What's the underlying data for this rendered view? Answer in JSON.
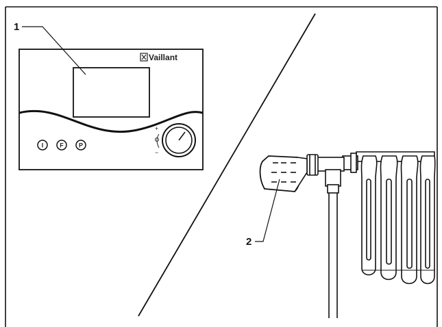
{
  "callouts": {
    "controller": "1",
    "thermostatic_valve": "2"
  },
  "controller": {
    "brand": "Vaillant",
    "buttons": [
      "I",
      "F",
      "P"
    ],
    "knob_marks": {
      "plus": "+",
      "minus": "−"
    }
  }
}
